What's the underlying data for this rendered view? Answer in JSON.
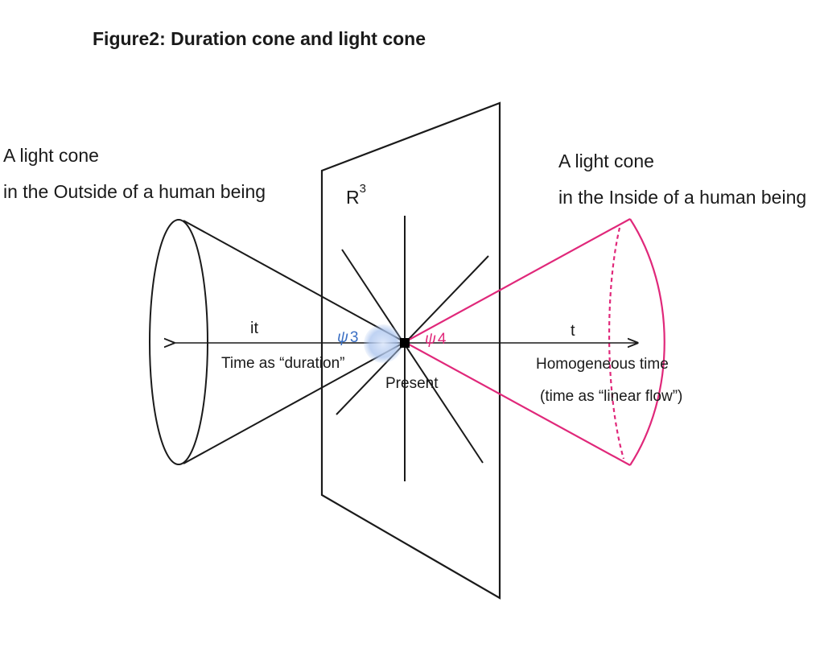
{
  "title": "Figure2: Duration cone and light cone",
  "left_cone": {
    "label_line1": "A light cone",
    "label_line2": "in the Outside of a human being",
    "axis_label": "it",
    "axis_caption": "Time as “duration”",
    "psi_symbol": "ψ",
    "psi_index": "3"
  },
  "right_cone": {
    "label_line1": "A light cone",
    "label_line2": "in the Inside of a human being",
    "axis_label": "t",
    "axis_caption_line1": "Homogeneous time",
    "axis_caption_line2": "(time as “linear flow”)",
    "psi_symbol": "ψ",
    "psi_index": "4"
  },
  "plane": {
    "label": "R",
    "superscript": "3"
  },
  "center": {
    "label": "Present"
  },
  "colors": {
    "ink": "#1a1a1a",
    "right_cone": "#e0287a",
    "psi3": "#3a6fc4",
    "psi4": "#e0287a",
    "glow": "#a9c3ee"
  }
}
